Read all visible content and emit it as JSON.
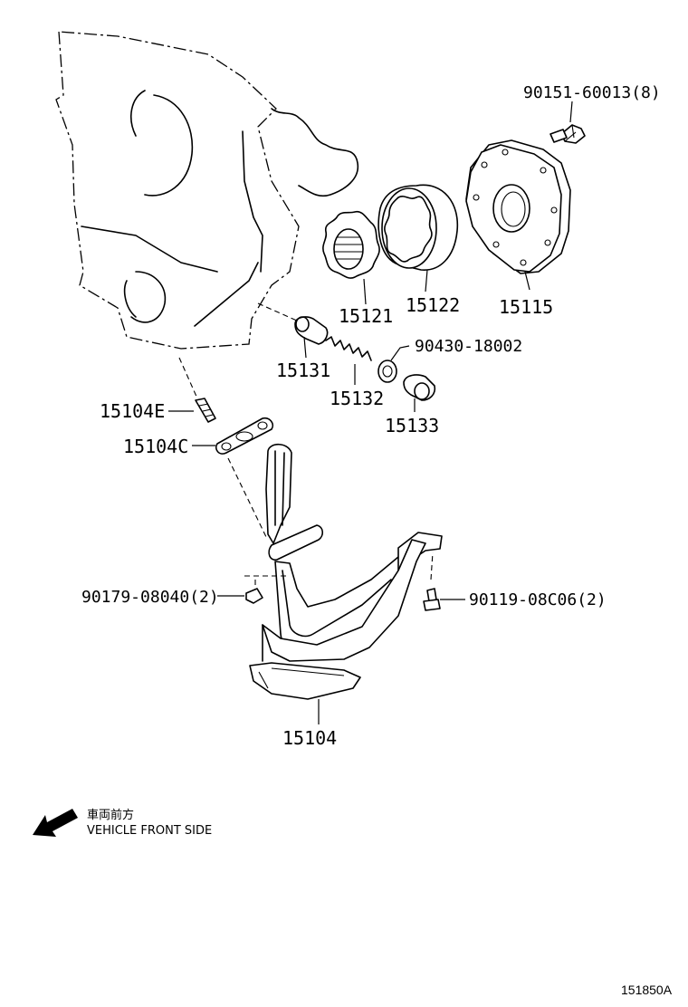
{
  "diagram": {
    "labels": {
      "p90151": "90151-60013(8)",
      "p15121": "15121",
      "p15122": "15122",
      "p15115": "15115",
      "p90430": "90430-18002",
      "p15131": "15131",
      "p15132": "15132",
      "p15133": "15133",
      "p15104E": "15104E",
      "p15104C": "15104C",
      "p90179": "90179-08040(2)",
      "p90119": "90119-08C06(2)",
      "p15104": "15104"
    },
    "direction_note": {
      "jp": "車両前方",
      "en": "VEHICLE FRONT SIDE"
    },
    "figure_code": "151850A"
  }
}
